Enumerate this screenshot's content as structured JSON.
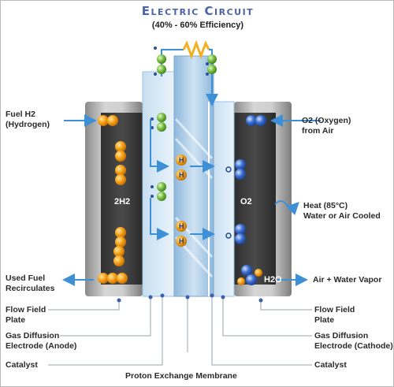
{
  "title": "Electric Circuit",
  "subtitle": "(40% - 60% Efficiency)",
  "labels": {
    "fuel_line1": "Fuel H2",
    "fuel_line2": "(Hydrogen)",
    "o2_line1": "O2 (Oxygen)",
    "o2_line2": "from Air",
    "heat_line1": "Heat (85°C)",
    "heat_line2": "Water or Air Cooled",
    "used_fuel_line1": "Used Fuel",
    "used_fuel_line2": "Recirculates",
    "air_water": "Air + Water Vapor",
    "ff_left_line1": "Flow Field",
    "ff_left_line2": "Plate",
    "ff_right_line1": "Flow Field",
    "ff_right_line2": "Plate",
    "gd_left_line1": "Gas Diffusion",
    "gd_left_line2": "Electrode (Anode)",
    "gd_right_line1": "Gas Diffusion",
    "gd_right_line2": "Electrode (Cathode)",
    "catalyst_left": "Catalyst",
    "catalyst_right": "Catalyst",
    "pem": "Proton Exchange Membrane"
  },
  "inner_labels": {
    "anode_gas": "2H2",
    "cathode_gas": "O2",
    "water": "H2O",
    "proton": "H"
  },
  "colors": {
    "title": "#4a64a8",
    "arrow": "#3d8fd6",
    "hydrogen": "#f5a21b",
    "electron": "#7ac143",
    "oxygen": "#3b6fd1",
    "resistor": "#f2b01e"
  }
}
